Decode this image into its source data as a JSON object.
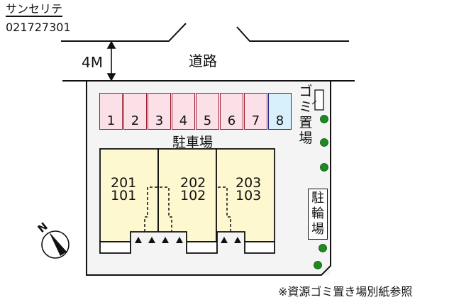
{
  "property": {
    "name": "サンセリテ",
    "code": "021727301"
  },
  "road": {
    "label": "道路",
    "width_label": "4M"
  },
  "parking": {
    "label": "駐車場",
    "stalls": [
      {
        "number": "1",
        "color": "#fce0e8"
      },
      {
        "number": "2",
        "color": "#fce0e8"
      },
      {
        "number": "3",
        "color": "#fce0e8"
      },
      {
        "number": "4",
        "color": "#fce0e8"
      },
      {
        "number": "5",
        "color": "#fce0e8"
      },
      {
        "number": "6",
        "color": "#fce0e8"
      },
      {
        "number": "7",
        "color": "#fce0e8"
      },
      {
        "number": "8",
        "color": "#d8f0fb"
      }
    ]
  },
  "building": {
    "units": [
      {
        "upper": "201",
        "lower": "101"
      },
      {
        "upper": "202",
        "lower": "102"
      },
      {
        "upper": "203",
        "lower": "103"
      }
    ],
    "fill_color": "#fdf8cf"
  },
  "facilities": {
    "garbage": "ゴミ置場",
    "bicycle": "駐輪場"
  },
  "compass": {
    "label": "N"
  },
  "note": "※資源ゴミ置き場別紙参照",
  "colors": {
    "stall_pink": "#fce0e8",
    "stall_blue": "#d8f0fb",
    "building": "#fdf8cf",
    "tree": "#1f8a1f"
  }
}
